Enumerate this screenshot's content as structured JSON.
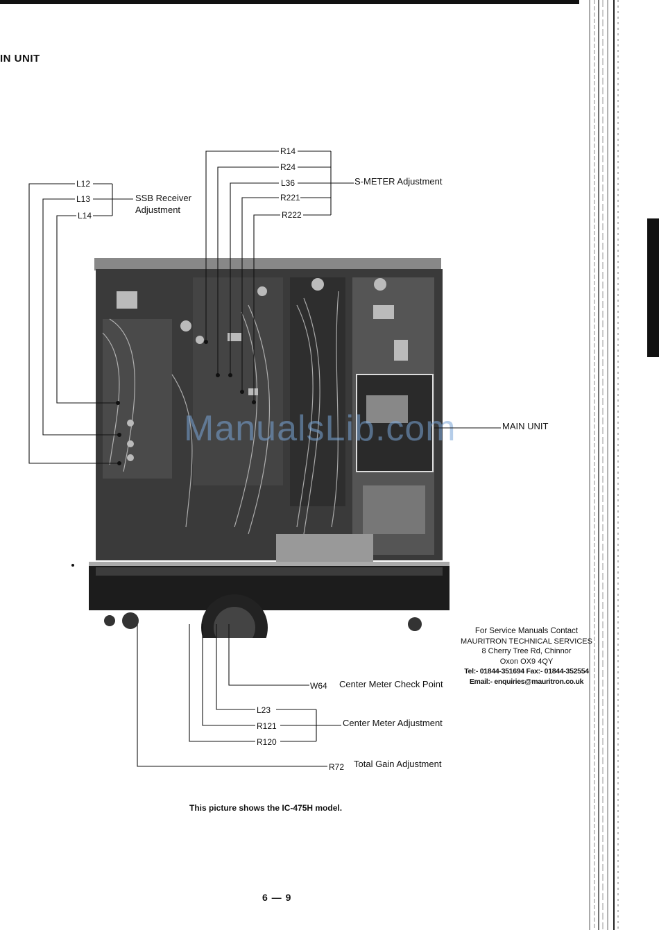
{
  "heading": "IN UNIT",
  "labels": {
    "l12": "L12",
    "l13": "L13",
    "l14": "L14",
    "ssb_line1": "SSB Receiver",
    "ssb_line2": "Adjustment",
    "r14": "R14",
    "r24": "R24",
    "l36": "L36",
    "r221": "R221",
    "r222": "R222",
    "smeter": "S-METER Adjustment",
    "main_unit": "MAIN UNIT",
    "w64": "W64",
    "center_check": "Center Meter Check Point",
    "l23": "L23",
    "r121": "R121",
    "r120": "R120",
    "center_adj": "Center Meter Adjustment",
    "r72": "R72",
    "total_gain": "Total Gain Adjustment"
  },
  "watermark": "ManualsLib.com",
  "contact": {
    "line1": "For Service Manuals Contact",
    "line2": "MAURITRON TECHNICAL SERVICES",
    "line3": "8 Cherry Tree Rd, Chinnor",
    "line4": "Oxon OX9 4QY",
    "line5": "Tel:- 01844-351694 Fax:- 01844-352554",
    "line6": "Email:- enquiries@mauritron.co.uk"
  },
  "caption": "This picture shows the IC-475H model.",
  "page_number": "6 — 9"
}
